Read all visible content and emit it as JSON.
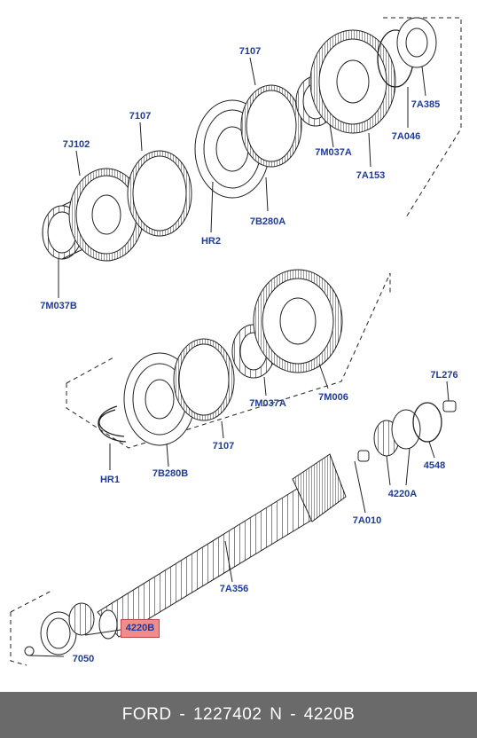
{
  "labels": {
    "l_7107_top": "7107",
    "l_7107_left": "7107",
    "l_7J102": "7J102",
    "l_7M037A_top": "7M037A",
    "l_7A385": "7A385",
    "l_7A046": "7A046",
    "l_7A153": "7A153",
    "l_HR2": "HR2",
    "l_7B280A_top": "7B280A",
    "l_7M037B": "7M037B",
    "l_7M037A_mid": "7M037A",
    "l_7M006": "7M006",
    "l_HR1": "HR1",
    "l_7B280B": "7B280B",
    "l_7107_mid": "7107",
    "l_7L276": "7L276",
    "l_4548": "4548",
    "l_4220A": "4220A",
    "l_7A010": "7A010",
    "l_7A356": "7A356",
    "l_7050": "7050",
    "l_4220B": "4220B"
  },
  "footer": {
    "text": "FORD - 1227402     N - 4220B"
  },
  "colors": {
    "label": "#1f3b9a",
    "highlight": "#f08c8c",
    "footer_bg": "#6a6a6a",
    "line": "#222222"
  }
}
